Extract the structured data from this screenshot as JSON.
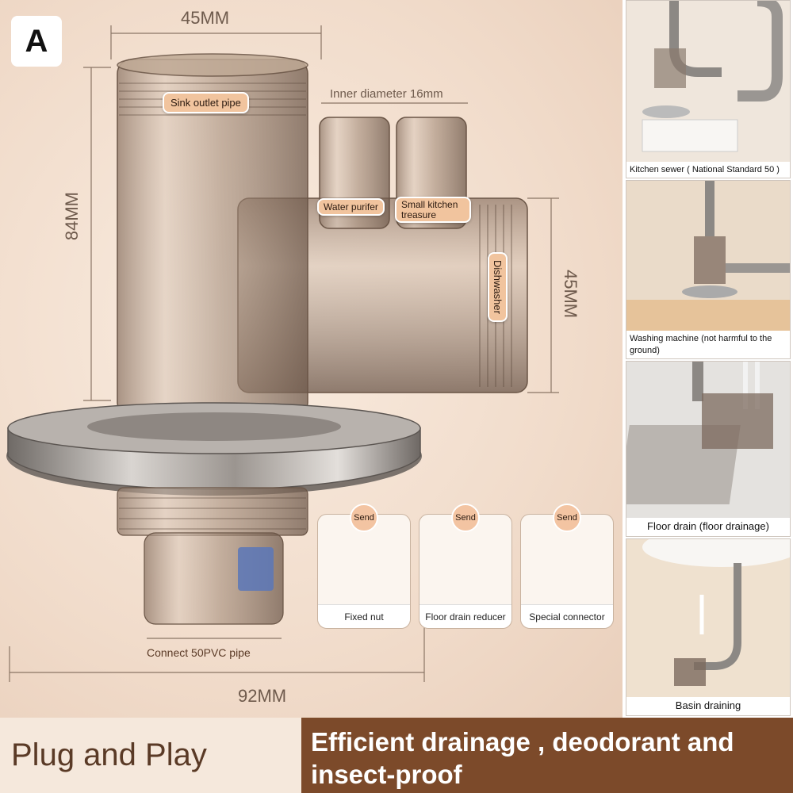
{
  "badge": "A",
  "dimensions": {
    "top_width": "45MM",
    "inner_diameter": "Inner diameter 16mm",
    "height": "84MM",
    "branch_height": "45MM",
    "total_width": "92MM"
  },
  "labels": {
    "sink_outlet": "Sink outlet pipe",
    "water_purifier": "Water purifer",
    "small_kitchen": "Small kitchen treasure",
    "dishwasher": "Dishwasher",
    "connect_pipe": "Connect 50PVC pipe"
  },
  "accessories": [
    {
      "send": "Send",
      "label": "Fixed nut"
    },
    {
      "send": "Send",
      "label": "Floor drain reducer"
    },
    {
      "send": "Send",
      "label": "Special connector"
    }
  ],
  "scenes": [
    {
      "caption": "Kitchen sewer ( National Standard 50 )"
    },
    {
      "caption": "Washing machine (not harmful to the ground)"
    },
    {
      "caption": "Floor drain (floor drainage)"
    },
    {
      "caption": "Basin draining"
    }
  ],
  "banner": {
    "left": "Plug and Play",
    "right": "Efficient drainage , deodorant and insect-proof"
  },
  "colors": {
    "accent": "#f1c49e",
    "banner_dark": "#7c4a2a",
    "banner_light": "#f5e8dc"
  }
}
